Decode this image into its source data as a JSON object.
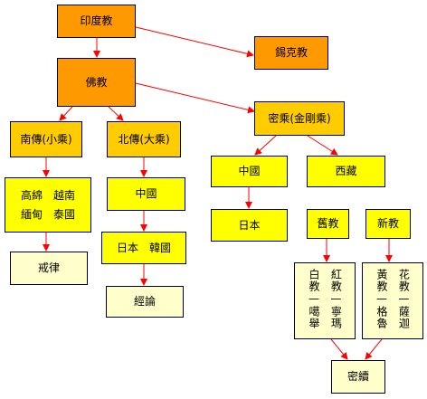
{
  "colors": {
    "orange": "#ff9900",
    "gold": "#ffcc00",
    "yellow": "#ffff00",
    "cream": "#ffffcc",
    "arrow": "#ff0000"
  },
  "nodes": {
    "hinduism": "印度教",
    "sikhism": "錫克教",
    "buddhism": "佛教",
    "southern": "南傳(小乘)",
    "northern": "北傳(大乘)",
    "vajrayana": "密乘(金剛乘)",
    "southern_regions": [
      "高綿",
      "越南",
      "緬甸",
      "泰國"
    ],
    "vinaya": "戒律",
    "china_north": "中國",
    "japan_korea": [
      "日本",
      "韓國"
    ],
    "sastra": "經論",
    "china_vajra": "中國",
    "tibet": "西藏",
    "japan_vajra": "日本",
    "old_school": "舊教",
    "new_school": "新教",
    "old_sects": [
      "紅教—寧瑪",
      "白教—噶舉"
    ],
    "new_sects": [
      "花教—薩迦",
      "黃教—格魯"
    ],
    "tantra": "密續"
  }
}
